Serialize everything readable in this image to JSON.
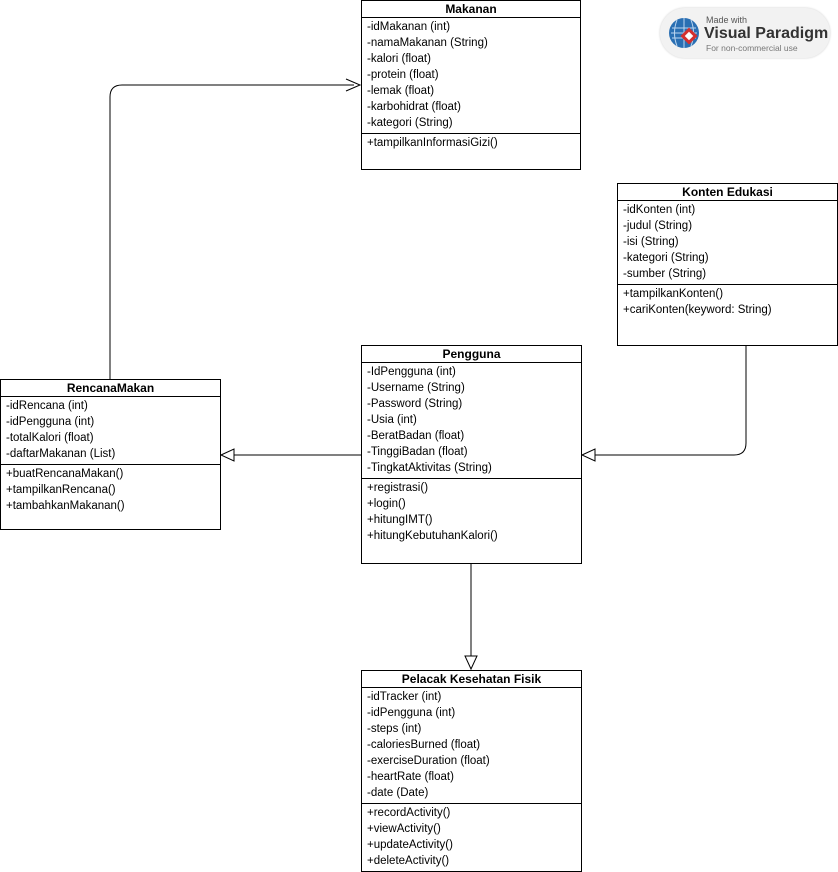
{
  "watermark": {
    "made_with": "Made with",
    "brand": "Visual Paradigm",
    "note": "For non-commercial use"
  },
  "classes": {
    "makanan": {
      "name": "Makanan",
      "attributes": [
        "-idMakanan (int)",
        "-namaMakanan (String)",
        "-kalori (float)",
        "-protein (float)",
        "-lemak (float)",
        "-karbohidrat (float)",
        "-kategori (String)"
      ],
      "operations": [
        "+tampilkanInformasiGizi()"
      ]
    },
    "konten_edukasi": {
      "name": "Konten Edukasi",
      "attributes": [
        "-idKonten (int)",
        "-judul (String)",
        "-isi (String)",
        "-kategori (String)",
        "-sumber (String)"
      ],
      "operations": [
        "+tampilkanKonten()",
        "+cariKonten(keyword: String)"
      ]
    },
    "pengguna": {
      "name": "Pengguna",
      "attributes": [
        "-IdPengguna (int)",
        "-Username (String)",
        "-Password (String)",
        "-Usia (int)",
        "-BeratBadan (float)",
        "-TinggiBadan (float)",
        "-TingkatAktivitas (String)"
      ],
      "operations": [
        "+registrasi()",
        "+login()",
        "+hitungIMT()",
        "+hitungKebutuhanKalori()"
      ]
    },
    "rencana_makan": {
      "name": "RencanaMakan",
      "attributes": [
        "-idRencana (int)",
        "-idPengguna (int)",
        "-totalKalori (float)",
        "-daftarMakanan (List)"
      ],
      "operations": [
        "+buatRencanaMakan()",
        "+tampilkanRencana()",
        "+tambahkanMakanan()"
      ]
    },
    "pelacak": {
      "name": "Pelacak Kesehatan Fisik",
      "attributes": [
        "-idTracker (int)",
        "-idPengguna (int)",
        "-steps (int)",
        "-caloriesBurned (float)",
        "-exerciseDuration (float)",
        "-heartRate (float)",
        "-date (Date)"
      ],
      "operations": [
        "+recordActivity()",
        "+viewActivity()",
        "+updateActivity()",
        "+deleteActivity()"
      ]
    }
  }
}
